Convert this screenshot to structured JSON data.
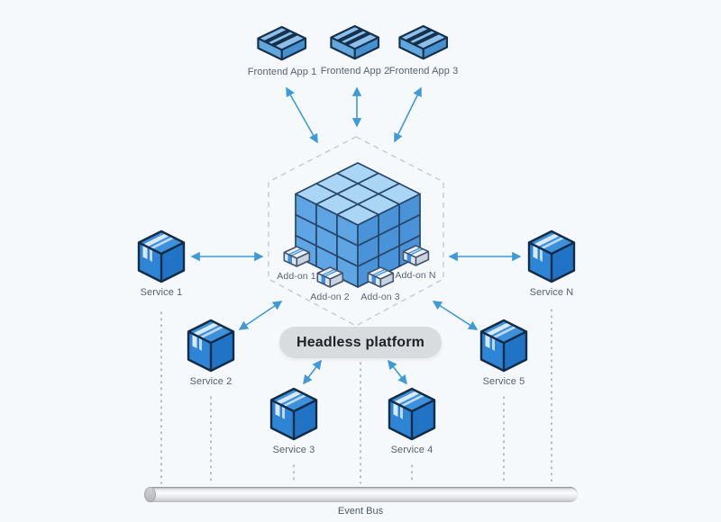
{
  "colors": {
    "background": "#f6f9fc",
    "arrow": "#3f9ad6",
    "hexagon_dash": "#c5ccd6",
    "dotted_line": "#9fa9b3",
    "cube_top": "#abd5f5",
    "cube_left": "#5fa5e4",
    "cube_right": "#4a93d8",
    "cube_outline": "#27486b",
    "box_top": "#3d91da",
    "box_left": "#2f85d5",
    "box_right": "#2173c5",
    "box_outline": "#132c47",
    "fe_top": "#8cc0ea",
    "fe_left": "#63a7dc",
    "fe_right": "#4690d0",
    "fe_outline": "#16314d",
    "addon_top": "#eef2f6",
    "addon_left": "#dfe6ed",
    "addon_right": "#cad4de",
    "addon_outline": "#43536b",
    "addon_stripe": "#3e8fdd",
    "pill_bg": "#d9dcdf",
    "pill_text": "#1d2126"
  },
  "nodes": {
    "frontend_apps": [
      {
        "label": "Frontend App 1"
      },
      {
        "label": "Frontend App 2"
      },
      {
        "label": "Frontend App 3"
      }
    ],
    "addons": [
      {
        "label": "Add-on 1"
      },
      {
        "label": "Add-on 2"
      },
      {
        "label": "Add-on 3"
      },
      {
        "label": "Add-on N"
      }
    ],
    "services": [
      {
        "label": "Service 1"
      },
      {
        "label": "Service 2"
      },
      {
        "label": "Service 3"
      },
      {
        "label": "Service 4"
      },
      {
        "label": "Service 5"
      },
      {
        "label": "Service N"
      }
    ],
    "platform": {
      "label": "Headless platform"
    },
    "event_bus": {
      "label": "Event Bus"
    }
  }
}
